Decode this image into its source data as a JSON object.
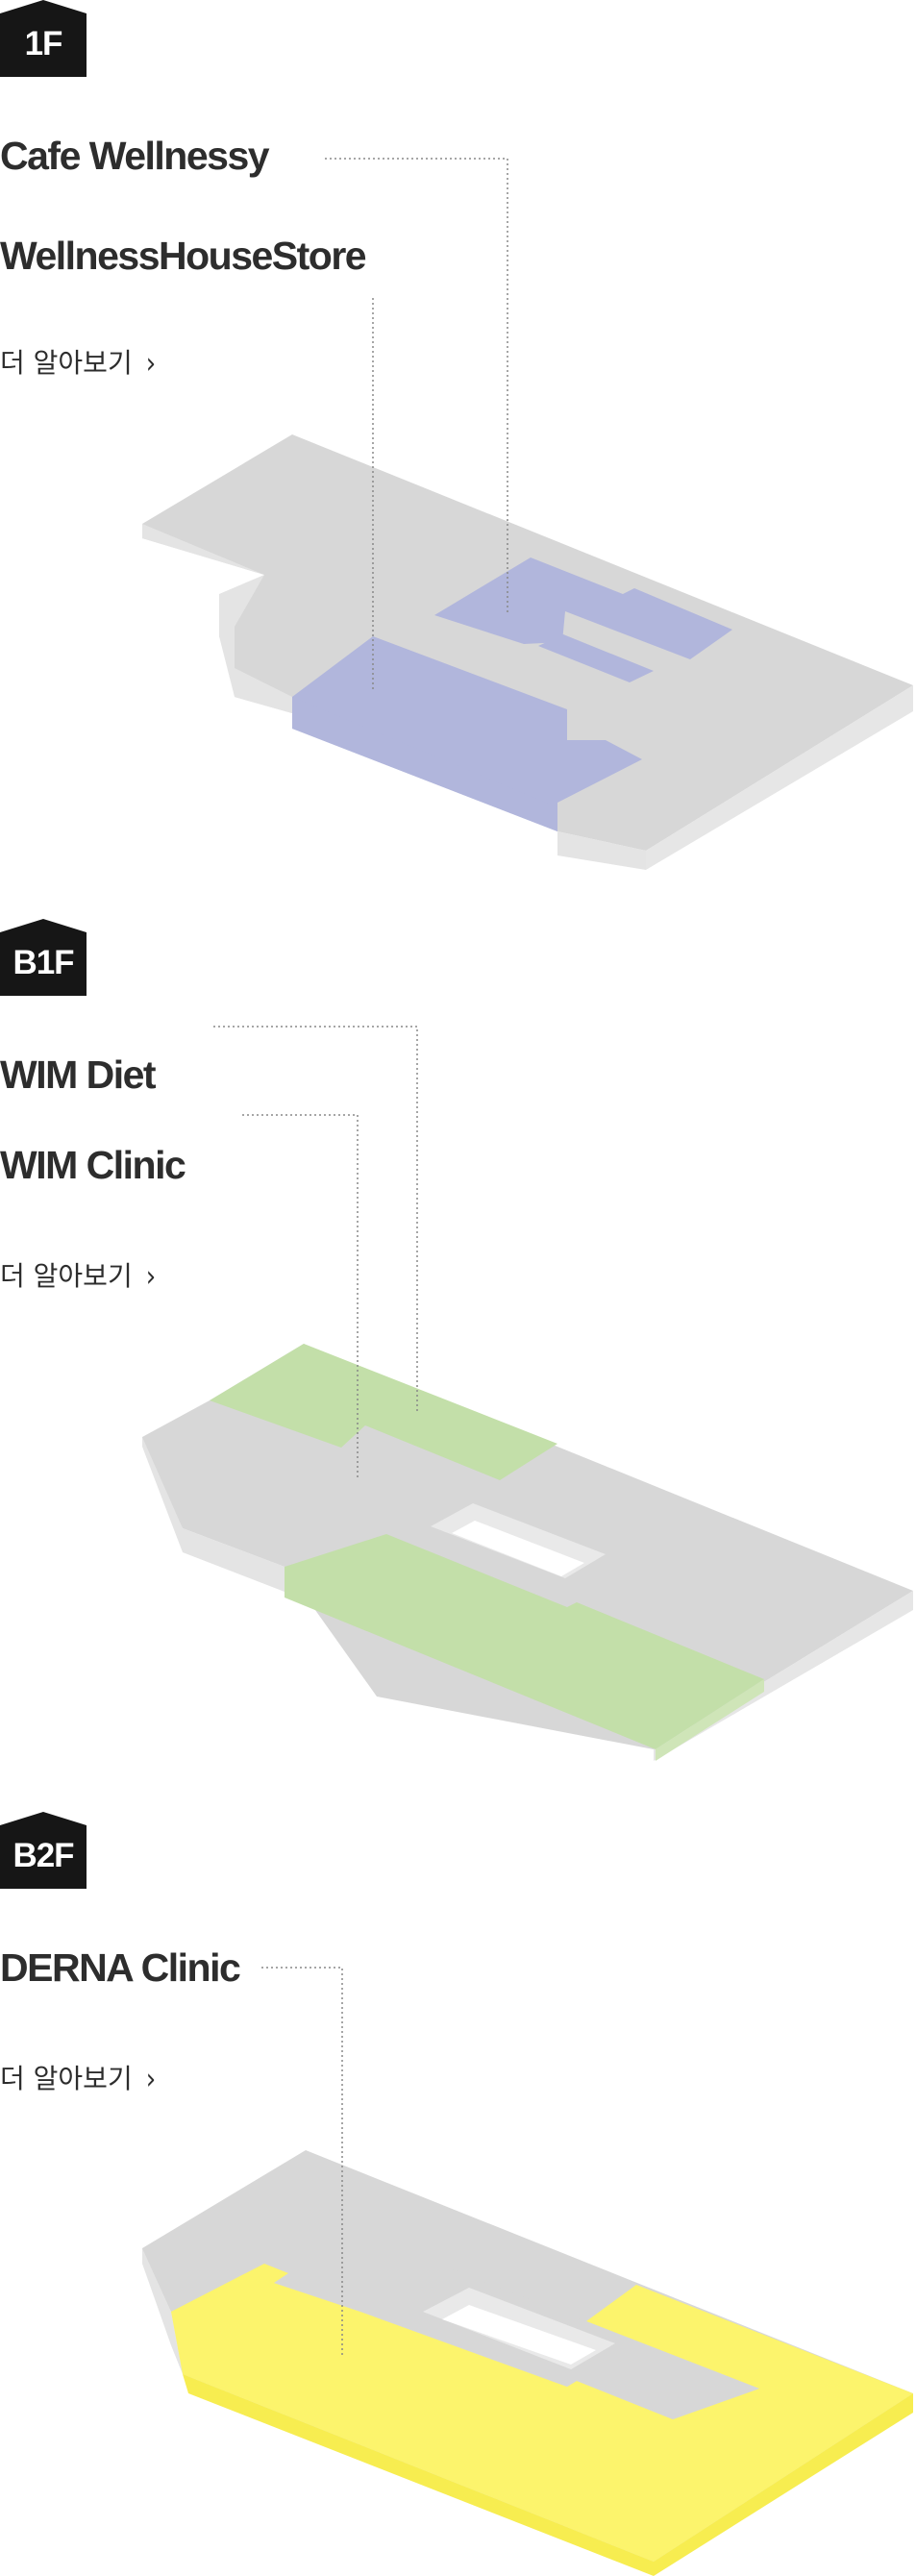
{
  "floors": [
    {
      "badge": "1F",
      "places": [
        "Cafe Wellnessy",
        "WellnessHouseStore"
      ],
      "more_label": "더 알아보기",
      "more_icon": "chevron-right-icon",
      "highlight_color": "#b1b6dc"
    },
    {
      "badge": "B1F",
      "places": [
        "WIM Diet",
        "WIM Clinic"
      ],
      "more_label": "더 알아보기",
      "more_icon": "chevron-right-icon",
      "highlight_color": "#c3dfa9"
    },
    {
      "badge": "B2F",
      "places": [
        "DERNA Clinic"
      ],
      "more_label": "더 알아보기",
      "more_icon": "chevron-right-icon",
      "highlight_color": "#fcf46c"
    }
  ],
  "colors": {
    "badge_bg": "#161616",
    "floor_gray": "#d7d7d7",
    "floor_side": "#e6e6e6"
  },
  "chevron": "›"
}
